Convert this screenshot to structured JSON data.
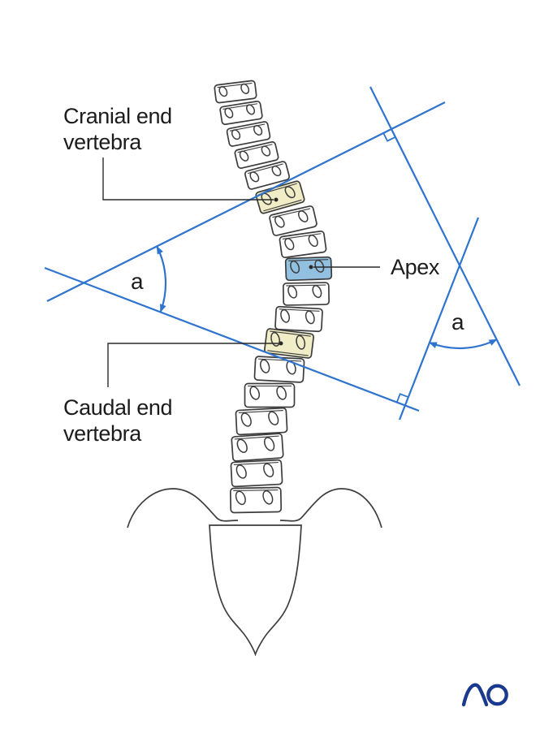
{
  "diagram": {
    "labels": {
      "cranial_line1": "Cranial end",
      "cranial_line2": "vertebra",
      "caudal_line1": "Caudal end",
      "caudal_line2": "vertebra",
      "apex": "Apex",
      "angle_left": "a",
      "angle_right": "a"
    },
    "logo_text": "AO"
  },
  "colors": {
    "measure_line": "#2e74cf",
    "leader": "#2a2a2a",
    "text": "#1c1c1c",
    "outline": "#3d3d3d",
    "apex_fill": "#92c0e0",
    "end_vertebra_fill": "#f1eec7",
    "logo": "#1a3a90"
  }
}
